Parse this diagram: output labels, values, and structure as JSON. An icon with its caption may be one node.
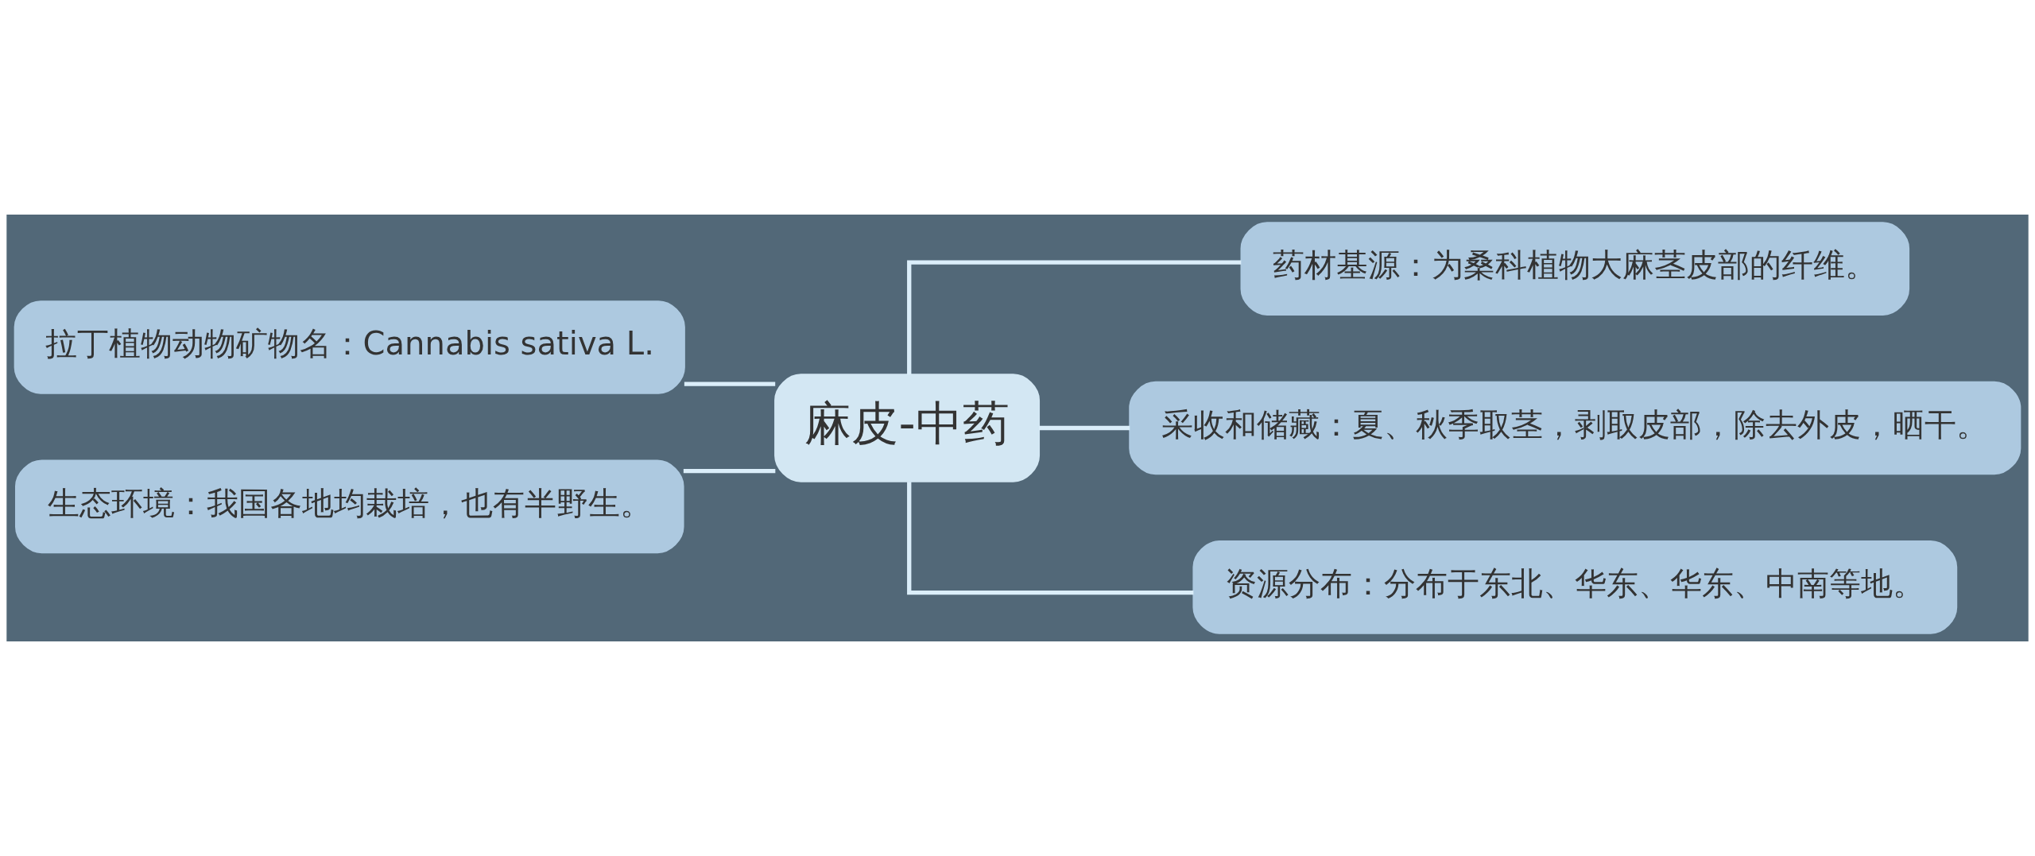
{
  "diagram": {
    "nodes": [
      {
        "text": [
          "麻皮-中药"
        ]
      },
      {
        "text": [
          "拉丁植物动物矿物名：Cannabis sativa L."
        ]
      },
      {
        "text": [
          "生态环境：我国各地均栽培，也有半野生。"
        ]
      },
      {
        "text": [
          "药材基源：为桑科植物大麻茎皮部的纤维。"
        ]
      },
      {
        "text": [
          "采收和储藏：夏、秋季取茎，剥取皮部，除去外皮，晒干。"
        ]
      },
      {
        "text": [
          "资源分布：分布于东北、华东、华东、中南等地。"
        ]
      }
    ],
    "edges": [
      {
        "from": 0,
        "to": 1,
        "arrow": "none"
      },
      {
        "from": 0,
        "to": 2,
        "arrow": "none"
      },
      {
        "from": 0,
        "to": 3,
        "arrow": "none"
      },
      {
        "from": 0,
        "to": 4,
        "arrow": "none"
      },
      {
        "from": 0,
        "to": 5,
        "arrow": "none"
      }
    ]
  }
}
